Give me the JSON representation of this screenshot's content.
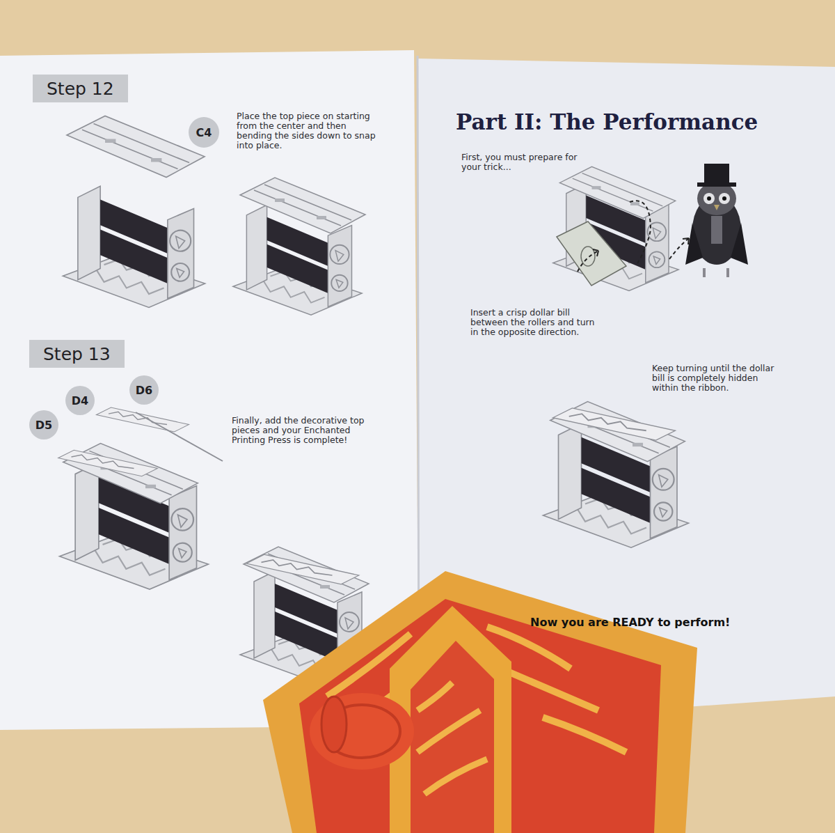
{
  "diagram": {
    "title": "Part II: The Performance",
    "nodes": [
      {
        "text": [
          "Step 12"
        ]
      },
      {
        "text": [
          "C4"
        ]
      },
      {
        "text": [
          "Step 13"
        ]
      },
      {
        "text": [
          "D4"
        ]
      },
      {
        "text": [
          "D6"
        ]
      },
      {
        "text": [
          "D5"
        ]
      }
    ],
    "labels": [
      "Place the top piece on starting from the center and then bending the sides down to snap into place.",
      "Finally, add the decorative top pieces and your Enchanted Printing Press is complete!",
      "First, you must prepare for your trick...",
      "Insert a crisp dollar bill between the rollers and turn in the opposite direction.",
      "Keep turning until the dollar bill is completely hidden within the ribbon.",
      "Now you are READY to perform!"
    ]
  }
}
